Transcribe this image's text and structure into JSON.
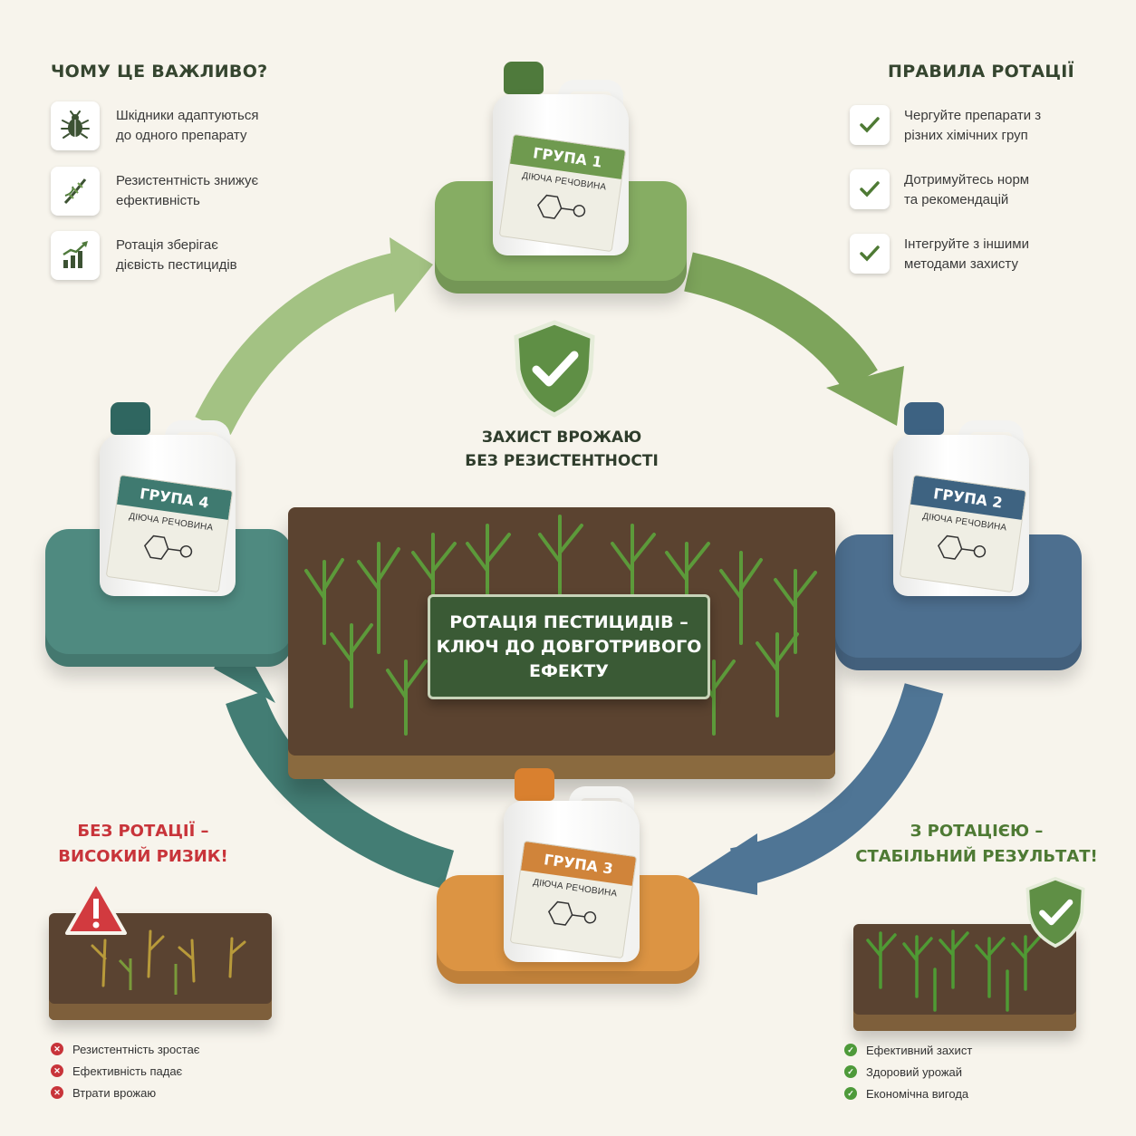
{
  "left_panel": {
    "title": "ЧОМУ ЦЕ ВАЖЛИВО?",
    "items": [
      {
        "icon": "bug-icon",
        "text": "Шкідники адаптуються\nдо одного препарату"
      },
      {
        "icon": "dna-icon",
        "text": "Резистентність знижує\nефективність"
      },
      {
        "icon": "growth-chart-icon",
        "text": "Ротація зберігає\nдієвість пестицидів"
      }
    ]
  },
  "right_panel": {
    "title": "ПРАВИЛА РОТАЦІЇ",
    "items": [
      {
        "icon": "check-icon",
        "text": "Чергуйте препарати з\nрізних хімічних груп"
      },
      {
        "icon": "check-icon",
        "text": "Дотримуйтесь норм\nта рекомендацій"
      },
      {
        "icon": "check-icon",
        "text": "Інтегруйте з іншими\nметодами захисту"
      }
    ]
  },
  "groups": [
    {
      "label": "ГРУПА 1",
      "sub": "ДІЮЧА РЕЧОВИНА",
      "color": "#6f9a4f",
      "platform": "#86ad63",
      "cap": "#4f7a3c"
    },
    {
      "label": "ГРУПА 2",
      "sub": "ДІЮЧА РЕЧОВИНА",
      "color": "#3e6381",
      "platform": "#4d6f8f",
      "cap": "#3d6282"
    },
    {
      "label": "ГРУПА 3",
      "sub": "ДІЮЧА РЕЧОВИНА",
      "color": "#d0843a",
      "platform": "#dc9443",
      "cap": "#d9802f"
    },
    {
      "label": "ГРУПА 4",
      "sub": "ДІЮЧА РЕЧОВИНА",
      "color": "#3f7a70",
      "platform": "#4f8a80",
      "cap": "#2f6660"
    }
  ],
  "center": {
    "shield_caption": "ЗАХИСТ ВРОЖАЮ\nБЕЗ РЕЗИСТЕНТНОСТІ",
    "title": "РОТАЦІЯ ПЕСТИЦИДІВ –\nКЛЮЧ ДО ДОВГОТРИВОГО\nЕФЕКТУ"
  },
  "without_rotation": {
    "heading": "БЕЗ РОТАЦІЇ –\nВИСОКИЙ РИЗИК!",
    "color": "#c8343a",
    "bullets": [
      "Резистентність зростає",
      "Ефективність падає",
      "Втрати врожаю"
    ]
  },
  "with_rotation": {
    "heading": "З РОТАЦІЄЮ –\nСТАБІЛЬНИЙ РЕЗУЛЬТАТ!",
    "color": "#4e7a34",
    "bullets": [
      "Ефективний захист",
      "Здоровий урожай",
      "Економічна вигода"
    ]
  }
}
